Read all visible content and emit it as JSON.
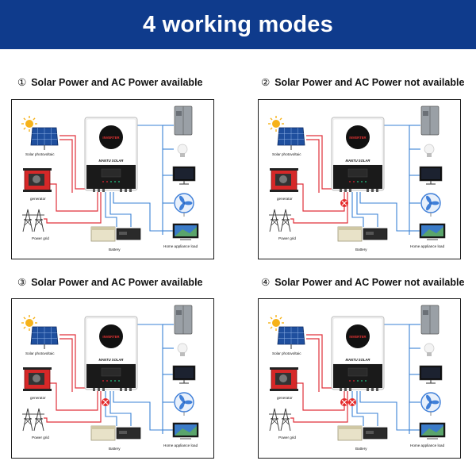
{
  "header": {
    "title": "4 working modes",
    "bg": "#0f3b8c"
  },
  "labels": {
    "solar": "Solar photovoltaic",
    "generator": "generator",
    "grid": "Power grid",
    "battery": "Battery",
    "load": "Home appliance load",
    "inverter_screen": "INVERTER",
    "brand": "MANTU SOLAR"
  },
  "colors": {
    "ac_line": "#e0303a",
    "dc_line": "#e0303a",
    "load_line": "#3a82d6",
    "cross": "#e52a2a"
  },
  "modes": [
    {
      "num": "①",
      "label": "Solar Power and AC Power available",
      "ac_cut": false,
      "battery_cut": false
    },
    {
      "num": "②",
      "label": "Solar Power and AC Power not available",
      "ac_cut": true,
      "battery_cut": false
    },
    {
      "num": "③",
      "label": "Solar Power and AC Power available",
      "ac_cut": false,
      "battery_cut": true
    },
    {
      "num": "④",
      "label": "Solar Power and AC Power not available",
      "ac_cut": true,
      "battery_cut": true
    }
  ]
}
